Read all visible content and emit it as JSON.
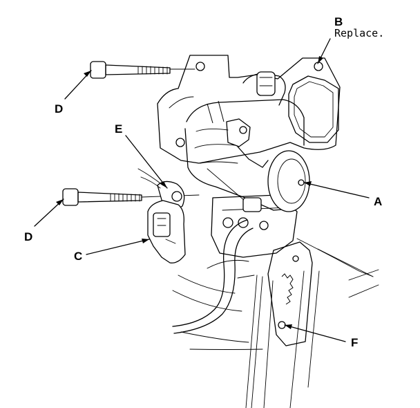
{
  "callouts": {
    "a": {
      "letter": "A"
    },
    "b": {
      "letter": "B",
      "note": "Replace."
    },
    "c": {
      "letter": "C"
    },
    "d_upper": {
      "letter": "D"
    },
    "d_lower": {
      "letter": "D"
    },
    "e": {
      "letter": "E"
    },
    "f": {
      "letter": "F"
    }
  }
}
